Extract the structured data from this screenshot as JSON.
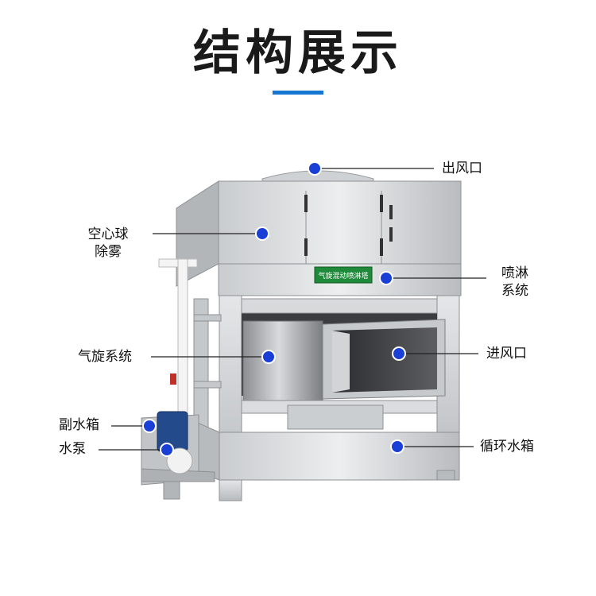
{
  "title": "结构展示",
  "machine_plate": "气旋混动喷淋塔",
  "accent_color": "#1677d2",
  "marker_color": "#1a3fd6",
  "labels": {
    "outlet": "出风口",
    "ball_demist_line1": "空心球",
    "ball_demist_line2": "除雾",
    "spray_line1": "喷淋",
    "spray_line2": "系统",
    "cyclone": "气旋系统",
    "inlet": "进风口",
    "aux_tank": "副水箱",
    "pump": "水泵",
    "circ_tank": "循环水箱"
  }
}
